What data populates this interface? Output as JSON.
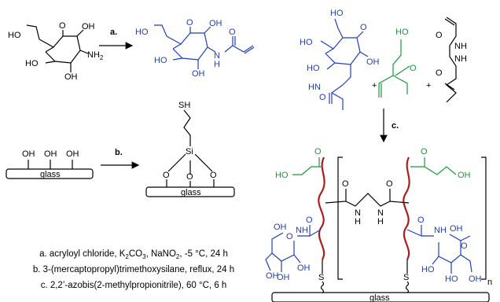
{
  "reactions": {
    "a_label": "a.",
    "b_label": "b.",
    "c_label": "c."
  },
  "atoms": {
    "ho": "HO",
    "oh": "OH",
    "o": "O",
    "nh2": "NH",
    "nh2_sub": "2",
    "n": "N",
    "h": "H",
    "nh": "NH",
    "hn": "HN",
    "sh": "SH",
    "si": "Si",
    "s": "S",
    "plus": "+",
    "n_index": "n"
  },
  "surfaces": {
    "glass": "glass"
  },
  "conditions": {
    "a_prefix": "a. acryloyl chloride, K",
    "a_k_sub": "2",
    "a_mid1": "CO",
    "a_co_sub": "3",
    "a_mid2": ", NaNO",
    "a_no_sub": "2",
    "a_suffix": ", -5 °C, 24 h",
    "b": "b. 3-(mercaptopropyl)trimethoxysilane, reflux, 24 h",
    "c": "c. 2,2’-azobis(2-methylpropionitrile), 60 °C, 6 h"
  },
  "colors": {
    "glucosamine_acrylamide": "#1f3fbf",
    "hema": "#1a9a3a",
    "polymer_backbone": "#b01c1c"
  }
}
